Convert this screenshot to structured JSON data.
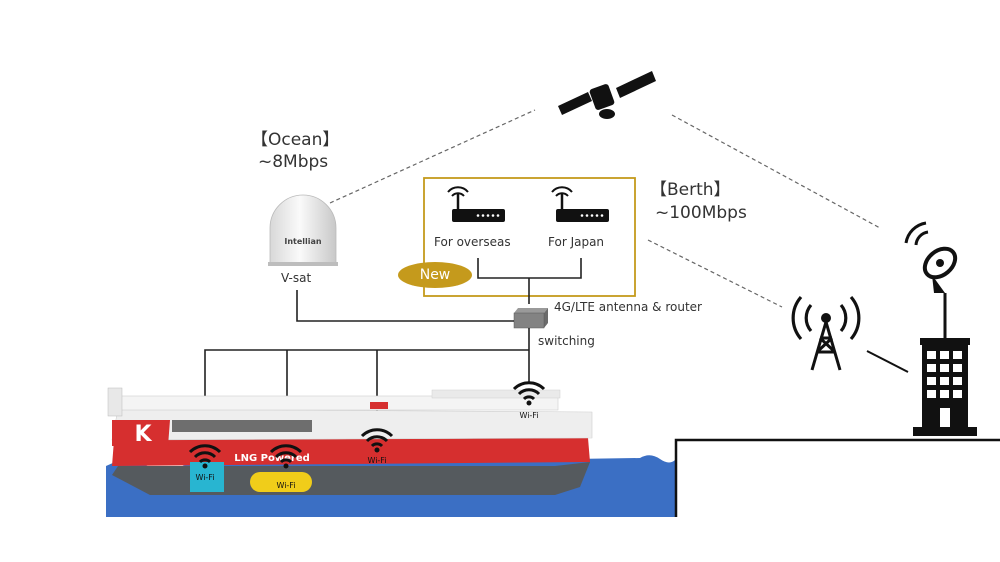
{
  "ocean": {
    "title": "【Ocean】",
    "speed": "~8Mbps"
  },
  "berth": {
    "title": "【Berth】",
    "speed": "~100Mbps"
  },
  "vsat": {
    "label": "V-sat",
    "brand": "Intellian"
  },
  "routers": {
    "overseas": "For overseas",
    "japan": "For Japan",
    "new_badge": "New"
  },
  "lte": {
    "label": "4G/LTE antenna & router",
    "switching": "switching"
  },
  "ship": {
    "logo": "K",
    "livery": "LNG Powered"
  },
  "wifi": {
    "label": "Wi-Fi"
  },
  "colors": {
    "hull_red": "#d62f2f",
    "sea_blue": "#3b6fc4",
    "gold": "#c59a1c",
    "lines": "#333333"
  }
}
